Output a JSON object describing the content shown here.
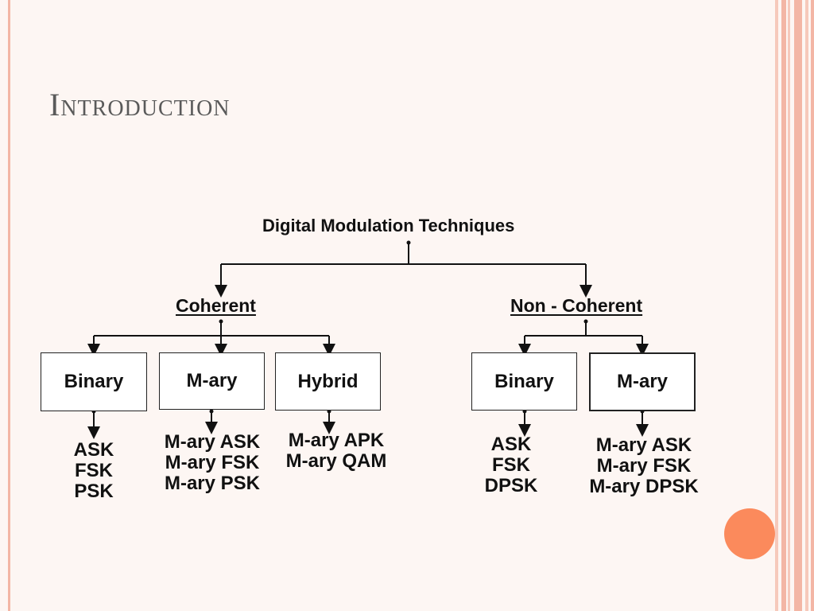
{
  "slide": {
    "title": "Introduction",
    "accent_color": "#fb8a5c",
    "border_color": "#f3b6a5"
  },
  "diagram": {
    "root": "Digital Modulation Techniques",
    "coherent": {
      "label": "Coherent",
      "binary": {
        "label": "Binary",
        "items": [
          "ASK",
          "FSK",
          "PSK"
        ]
      },
      "mary": {
        "label": "M-ary",
        "items": [
          "M-ary ASK",
          "M-ary FSK",
          "M-ary PSK"
        ]
      },
      "hybrid": {
        "label": "Hybrid",
        "items": [
          "M-ary APK",
          "M-ary QAM"
        ]
      }
    },
    "noncoherent": {
      "label": "Non - Coherent",
      "binary": {
        "label": "Binary",
        "items": [
          "ASK",
          "FSK",
          "DPSK"
        ]
      },
      "mary": {
        "label": "M-ary",
        "items": [
          "M-ary ASK",
          "M-ary FSK",
          "M-ary DPSK"
        ]
      }
    }
  }
}
